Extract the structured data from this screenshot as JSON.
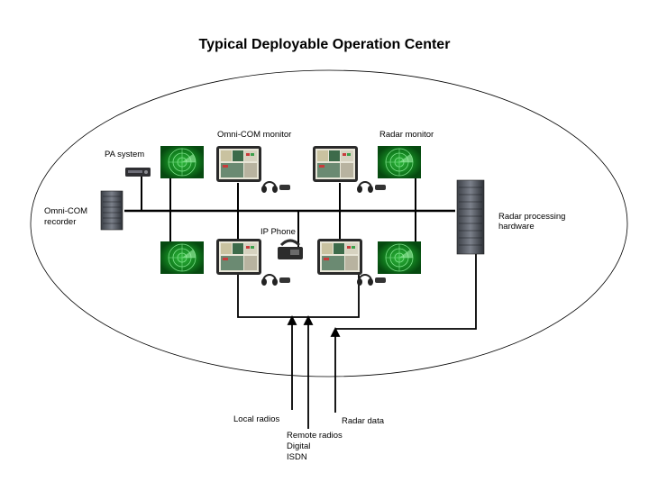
{
  "title": "Typical Deployable Operation Center",
  "labels": {
    "pa_system": "PA system",
    "omni_com_monitor": "Omni-COM monitor",
    "radar_monitor": "Radar monitor",
    "omni_com_recorder": [
      "Omni-COM",
      "recorder"
    ],
    "ip_phone": "IP Phone",
    "radar_processing_hardware": [
      "Radar processing",
      "hardware"
    ],
    "local_radios": "Local radios",
    "remote_radios": [
      "Remote radios",
      "Digital",
      "ISDN"
    ],
    "radar_data": "Radar data"
  },
  "colors": {
    "line": "#000000",
    "radar_screen": "#0f7a1c",
    "rack": "#555a63"
  }
}
